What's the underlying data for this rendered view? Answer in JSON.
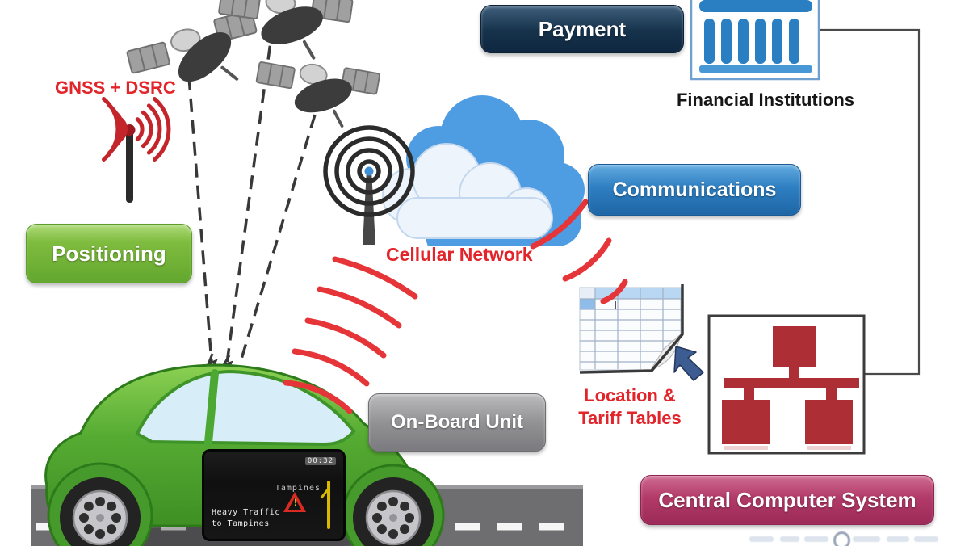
{
  "buttons": {
    "positioning": "Positioning",
    "payment": "Payment",
    "communications": "Communications",
    "on_board_unit": "On-Board Unit",
    "central_computer_system": "Central Computer System"
  },
  "labels": {
    "gnss_dsrc": "GNSS + DSRC",
    "financial_institutions": "Financial Institutions",
    "cellular_network": "Cellular Network",
    "location_tariff_line1": "Location &",
    "location_tariff_line2": "Tariff Tables"
  },
  "obu_display": {
    "time": "00:32",
    "destination": "Tampines",
    "warning_mark": "!",
    "message_line1": "Heavy Traffic",
    "message_line2": "to Tampines"
  },
  "icons": {
    "satellite": "satellite-icon",
    "gnss_antenna": "radio-antenna-icon",
    "cellular_antenna": "cellular-antenna-icon",
    "cloud": "cloud-icon",
    "bank": "bank-building-icon",
    "spreadsheet": "spreadsheet-table-icon",
    "cursor": "cursor-arrow-icon",
    "network": "network-topology-icon",
    "car": "car-illustration",
    "warning_triangle": "warning-triangle-icon",
    "radio_waves": "radio-wave-arcs",
    "road": "road-illustration"
  },
  "colors": {
    "positioning_green": "#76b83f",
    "payment_navy": "#16324b",
    "communications_blue": "#2e7fc2",
    "obu_gray": "#8d8d90",
    "ccs_magenta": "#ab3263",
    "alert_red": "#e2252b",
    "bank_blue": "#2a7fc3",
    "network_red": "#ad2f35",
    "car_green": "#4da02c",
    "cloud_blue": "#4e9de3"
  }
}
